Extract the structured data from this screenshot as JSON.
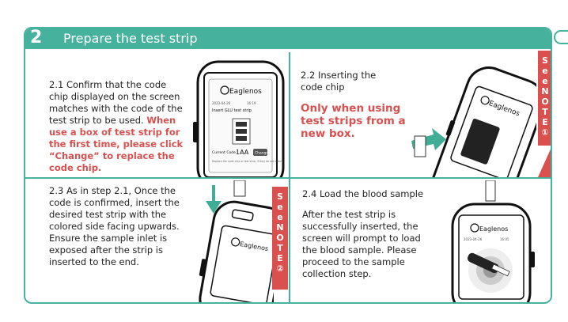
{
  "header": {
    "step_number": "2",
    "title": "Prepare the test strip"
  },
  "panels": {
    "p1": {
      "intro": "2.1 Confirm that the code chip displayed on the screen matches with the code of the test strip to be used.",
      "highlight": "When use a box of test strip for the first time, please click “Change” to replace the code chip.",
      "screen": {
        "brand": "Eaglenos",
        "date": "2023-04-26",
        "time": "16:19",
        "nav_title": "Insert GLU test strip",
        "code_label": "Current Code:",
        "code_value": "1AA",
        "change_button": "Change",
        "hint": "Replace the code chip or test strip, if they do not match."
      }
    },
    "p2": {
      "title": "2.2 Inserting the code chip",
      "highlight": "Only when using test strips from a new box.",
      "screen": {
        "brand": "Eaglenos"
      },
      "note_tab": [
        "S",
        "e",
        "e",
        "N",
        "O",
        "T",
        "E",
        "①"
      ]
    },
    "p3": {
      "text": "2.3 As in step 2.1, Once the code is confirmed, insert the desired test strip with the colored side facing upwards. Ensure the sample inlet is exposed after the strip is inserted to the end.",
      "screen": {
        "brand": "Eaglenos"
      },
      "note_tab": [
        "S",
        "e",
        "e",
        "N",
        "O",
        "T",
        "E",
        "②"
      ]
    },
    "p4": {
      "title": "2.4 Load the blood sample",
      "text": "After the test strip is successfully inserted, the screen will prompt to load the blood sample. Please proceed to the sample collection step.",
      "screen": {
        "brand": "Eaglenos",
        "date": "2023-04-26",
        "time": "16:05"
      }
    }
  },
  "colors": {
    "teal": "#46b29d",
    "red": "#d9504f",
    "arrow": "#3fae94"
  }
}
